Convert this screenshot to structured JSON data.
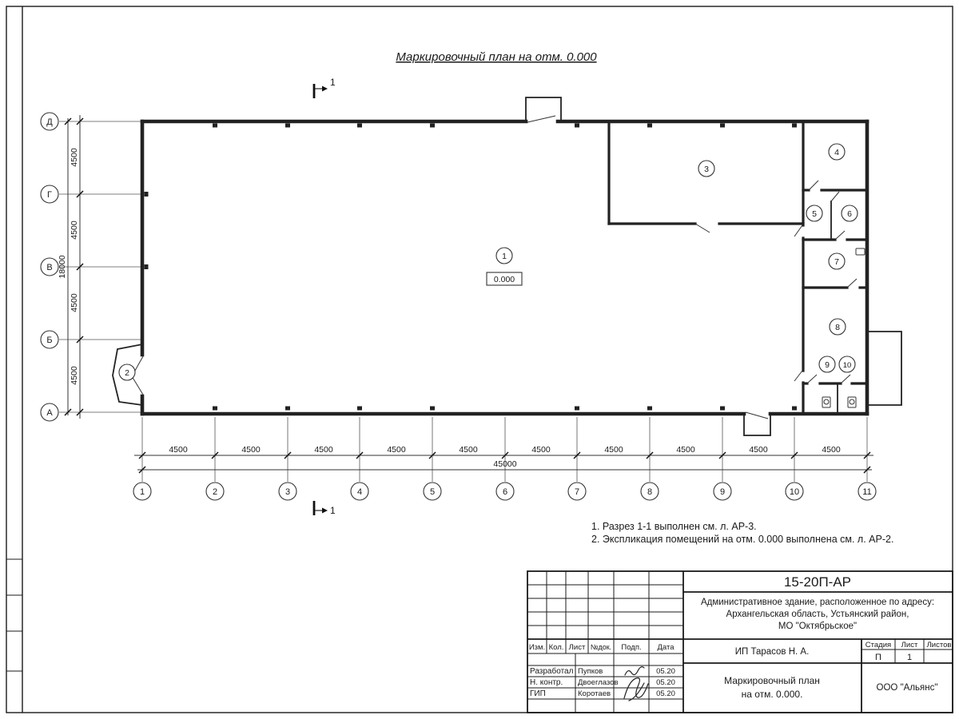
{
  "page": {
    "title": "Маркировочный план на отм. 0.000"
  },
  "plan": {
    "axes_h": [
      "1",
      "2",
      "3",
      "4",
      "5",
      "6",
      "7",
      "8",
      "9",
      "10",
      "11"
    ],
    "axes_v": [
      "Д",
      "Г",
      "В",
      "Б",
      "А"
    ],
    "dim_h_segments": [
      "4500",
      "4500",
      "4500",
      "4500",
      "4500",
      "4500",
      "4500",
      "4500",
      "4500",
      "4500"
    ],
    "dim_h_total": "45000",
    "dim_v_segments": [
      "4500",
      "4500",
      "4500",
      "4500"
    ],
    "dim_v_total": "18000",
    "rooms": [
      "1",
      "2",
      "3",
      "4",
      "5",
      "6",
      "7",
      "8",
      "9",
      "10"
    ],
    "elevation": "0.000",
    "section_mark": "1"
  },
  "notes": [
    "1. Разрез 1-1 выполнен см. л. АР-3.",
    "2. Экспликация помещений на отм. 0.000 выполнена см. л. АР-2."
  ],
  "titleblock": {
    "doc_number": "15-20П-АР",
    "project_desc_lines": [
      "Административное здание, расположенное по адресу:",
      "Архангельская область, Устьянский район,",
      "МО \"Октябрьское\""
    ],
    "columns": [
      "Изм.",
      "Кол.",
      "Лист",
      "№док.",
      "Подп.",
      "Дата"
    ],
    "staff_rows": [
      {
        "role": "Разработал",
        "name": "Пупков",
        "date": "05.20"
      },
      {
        "role": "Н. контр.",
        "name": "Двоеглазов",
        "date": "05.20"
      },
      {
        "role": "ГИП",
        "name": "Коротаев",
        "date": "05.20"
      }
    ],
    "client": "ИП Тарасов Н. А.",
    "stage_label": "Стадия",
    "sheet_label": "Лист",
    "sheets_label": "Листов",
    "stage": "П",
    "sheet": "1",
    "drawing_title_lines": [
      "Маркировочный план",
      "на отм. 0.000."
    ],
    "company": "ООО \"Альянс\""
  }
}
